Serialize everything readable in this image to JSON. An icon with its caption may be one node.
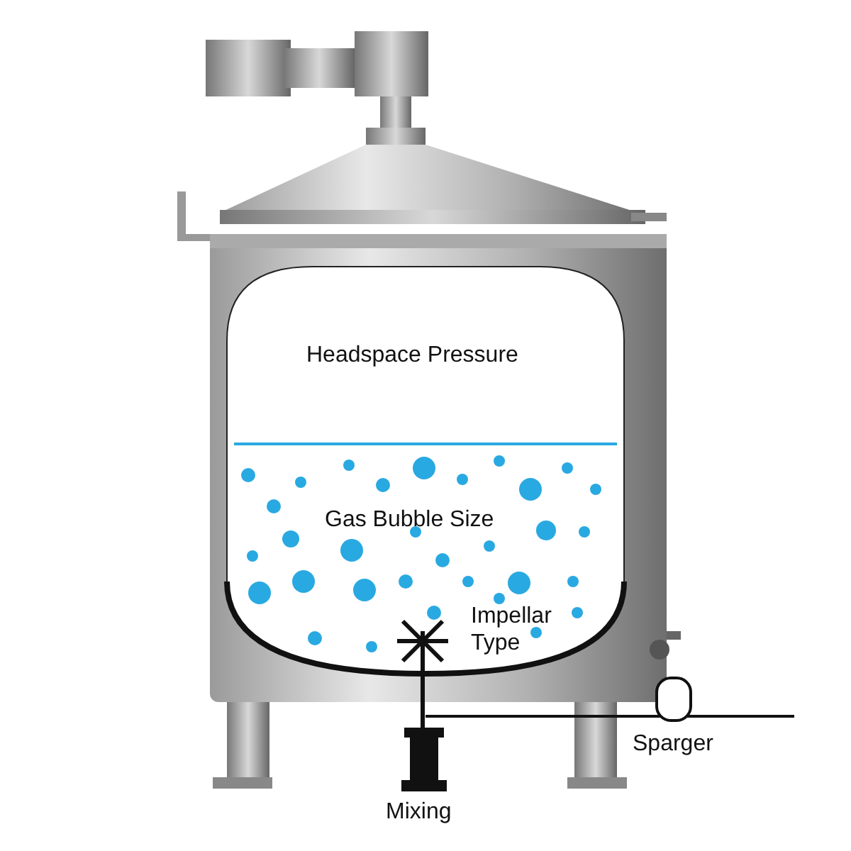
{
  "diagram": {
    "labels": [
      "Headspace Pressure",
      "Gas Bubble Size",
      "Impellar Type",
      "Sparger",
      "Mixing"
    ]
  }
}
